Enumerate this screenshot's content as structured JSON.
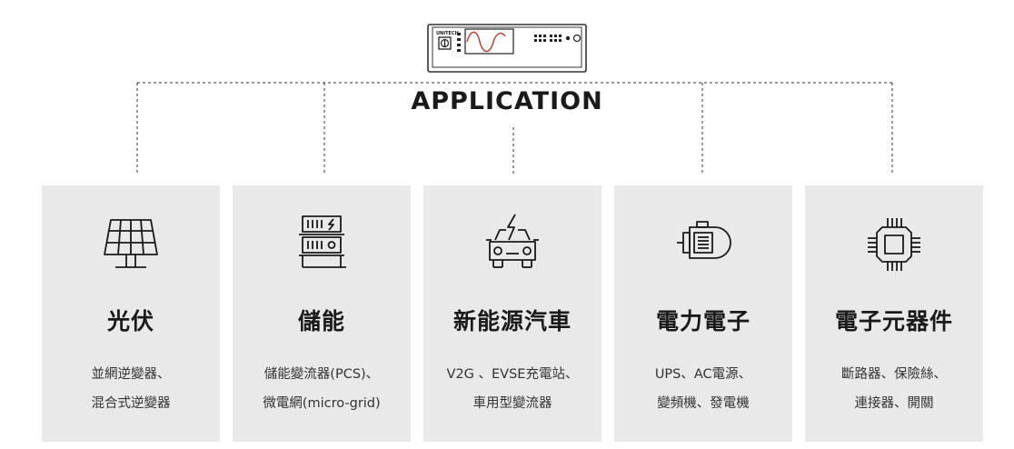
{
  "device": {
    "brand": "UNITECH"
  },
  "heading": "APPLICATION",
  "categories": [
    {
      "title": "光伏",
      "line1": "並網逆變器、",
      "line2": "混合式逆變器",
      "icon": "solar-panel-icon"
    },
    {
      "title": "儲能",
      "line1": "儲能變流器(PCS)、",
      "line2": "微電網(micro-grid)",
      "icon": "energy-storage-icon"
    },
    {
      "title": "新能源汽車",
      "line1": "V2G 、EVSE充電站、",
      "line2": "車用型變流器",
      "icon": "electric-car-icon"
    },
    {
      "title": "電力電子",
      "line1": "UPS、AC電源、",
      "line2": "變頻機、發電機",
      "icon": "motor-icon"
    },
    {
      "title": "電子元器件",
      "line1": "斷路器、保險絲、",
      "line2": "連接器、開關",
      "icon": "chip-icon"
    }
  ]
}
